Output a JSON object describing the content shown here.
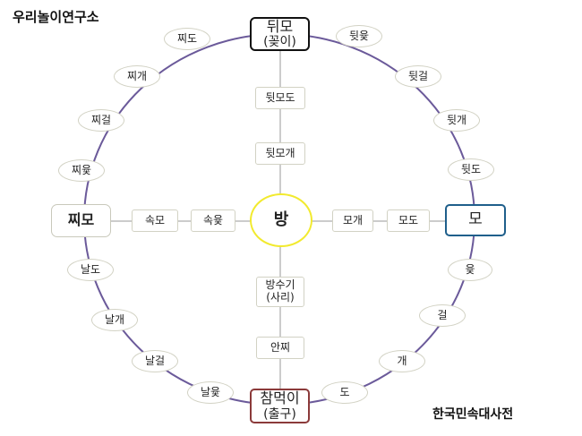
{
  "header": {
    "title": "우리놀이연구소",
    "source": "한국민속대사전"
  },
  "board": {
    "center": "방",
    "corners": {
      "top": {
        "line1": "뒤모",
        "line2": "(꽂이)"
      },
      "left": {
        "label": "찌모"
      },
      "right": {
        "label": "모"
      },
      "bottom": {
        "line1": "참먹이",
        "line2": "(출구)"
      }
    },
    "spokes": {
      "top_inner": "뒷모개",
      "top_outer": "뒷모도",
      "left_inner": "속윷",
      "left_outer": "속모",
      "right_inner": "모개",
      "right_outer": "모도",
      "bottom_inner_line1": "방수기",
      "bottom_inner_line2": "(사리)",
      "bottom_outer": "안찌"
    },
    "ring": {
      "top_left": [
        "찌도",
        "찌개",
        "찌걸",
        "찌윷"
      ],
      "top_right": [
        "뒷윷",
        "뒷걸",
        "뒷개",
        "뒷도"
      ],
      "bottom_left": [
        "날도",
        "날개",
        "날걸",
        "날윷"
      ],
      "bottom_right": [
        "윷",
        "걸",
        "개",
        "도"
      ]
    }
  }
}
